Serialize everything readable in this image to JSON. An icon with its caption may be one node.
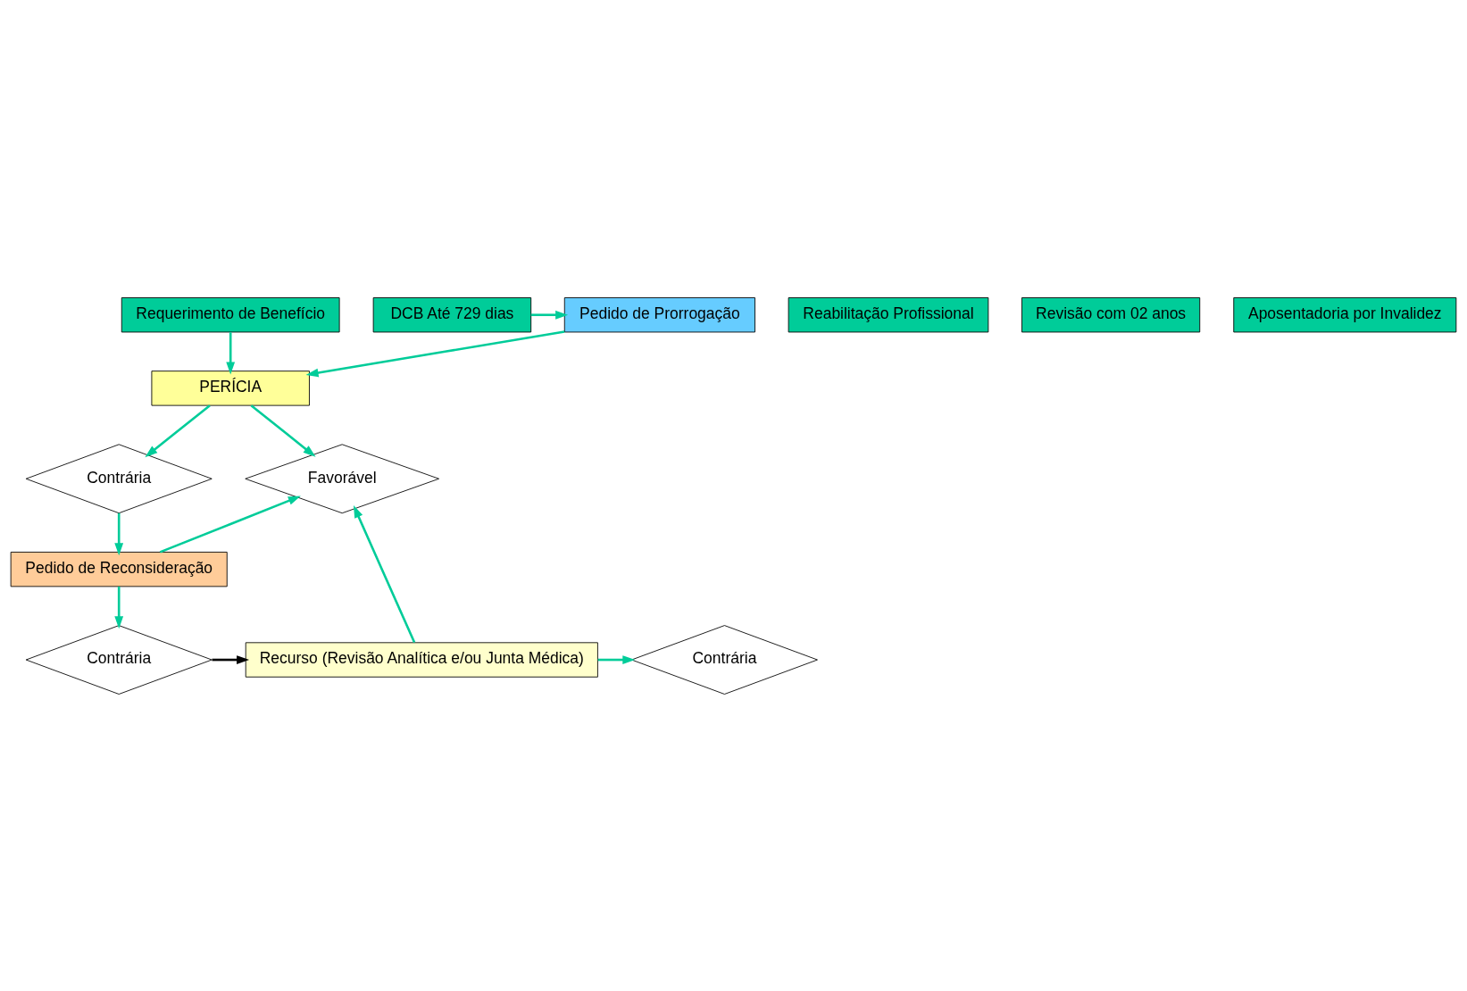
{
  "diagram": {
    "nodes": [
      {
        "text": [
          "Requerimento de Benefício"
        ]
      },
      {
        "text": [
          "PERÍCIA"
        ]
      },
      {
        "text": [
          "Contrária"
        ]
      },
      {
        "text": [
          "Favorável"
        ]
      },
      {
        "text": [
          "DCB Até 729 dias"
        ]
      },
      {
        "text": [
          "Reabilitação Profissional"
        ]
      },
      {
        "text": [
          "Revisão com 02 anos"
        ]
      },
      {
        "text": [
          "Aposentadoria por Invalidez"
        ]
      },
      {
        "text": [
          "Pedido de Prorrogação"
        ]
      },
      {
        "text": [
          "Pedido de Reconsideração"
        ]
      },
      {
        "text": [
          "Contrária"
        ]
      },
      {
        "text": [
          "Recurso (Revisão Analítica e/ou Junta Médica)"
        ]
      },
      {
        "text": [
          "Contrária"
        ]
      }
    ],
    "edges": [
      {
        "from": 0,
        "to": 1,
        "arrow": "to"
      },
      {
        "from": 1,
        "to": 2,
        "arrow": "to"
      },
      {
        "from": 1,
        "to": 3,
        "arrow": "to"
      },
      {
        "from": 2,
        "to": 9,
        "arrow": "to"
      },
      {
        "from": 9,
        "to": 3,
        "arrow": "to"
      },
      {
        "from": 9,
        "to": 10,
        "arrow": "to"
      },
      {
        "from": 10,
        "to": 11,
        "arrow": "to",
        "color": "#000000"
      },
      {
        "from": 11,
        "to": 3,
        "arrow": "to"
      },
      {
        "from": 11,
        "to": 12,
        "arrow": "to"
      },
      {
        "from": 4,
        "to": 8,
        "arrow": "to"
      },
      {
        "from": 8,
        "to": 1,
        "arrow": "to"
      }
    ]
  }
}
